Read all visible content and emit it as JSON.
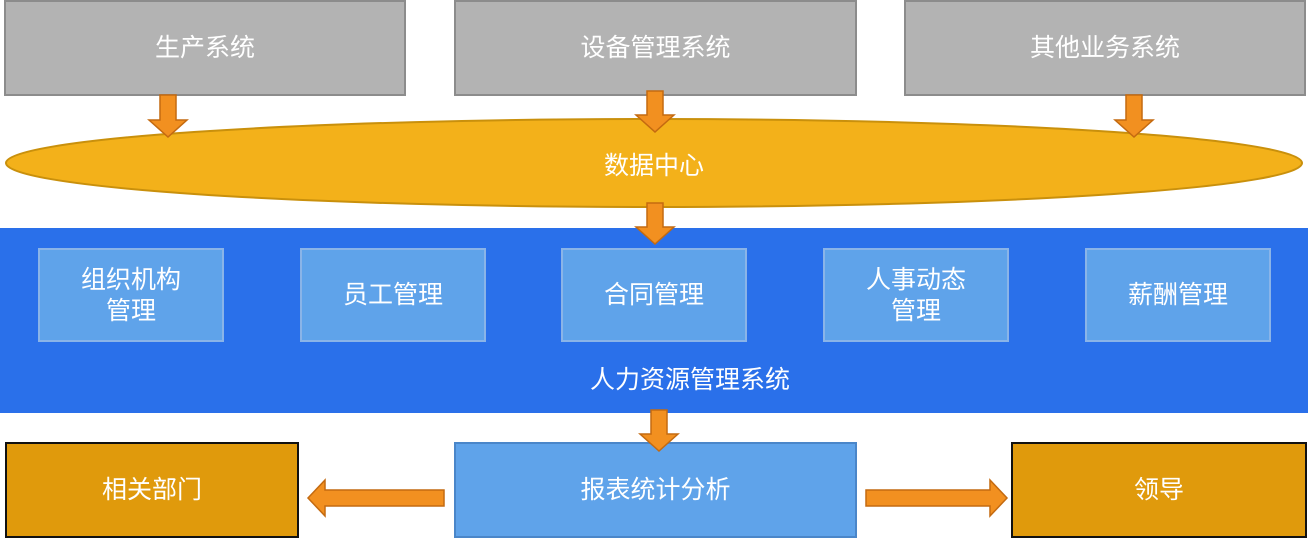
{
  "top_systems": [
    {
      "label": "生产系统"
    },
    {
      "label": "设备管理系统"
    },
    {
      "label": "其他业务系统"
    }
  ],
  "data_center": {
    "label": "数据中心"
  },
  "hr_system": {
    "label": "人力资源管理系统",
    "modules": [
      {
        "line1": "组织机构",
        "line2": "管理"
      },
      {
        "line1": "员工管理",
        "line2": ""
      },
      {
        "line1": "合同管理",
        "line2": ""
      },
      {
        "line1": "人事动态",
        "line2": "管理"
      },
      {
        "line1": "薪酬管理",
        "line2": ""
      }
    ]
  },
  "report": {
    "label": "报表统计分析"
  },
  "outputs": {
    "left": "相关部门",
    "right": "领导"
  },
  "colors": {
    "grey_box": "#b3b3b3",
    "ellipse": "#f3b11a",
    "hr_band": "#2a70ea",
    "module_box": "#5fa3ea",
    "output_box": "#e09a0c",
    "arrow": "#f29020"
  }
}
